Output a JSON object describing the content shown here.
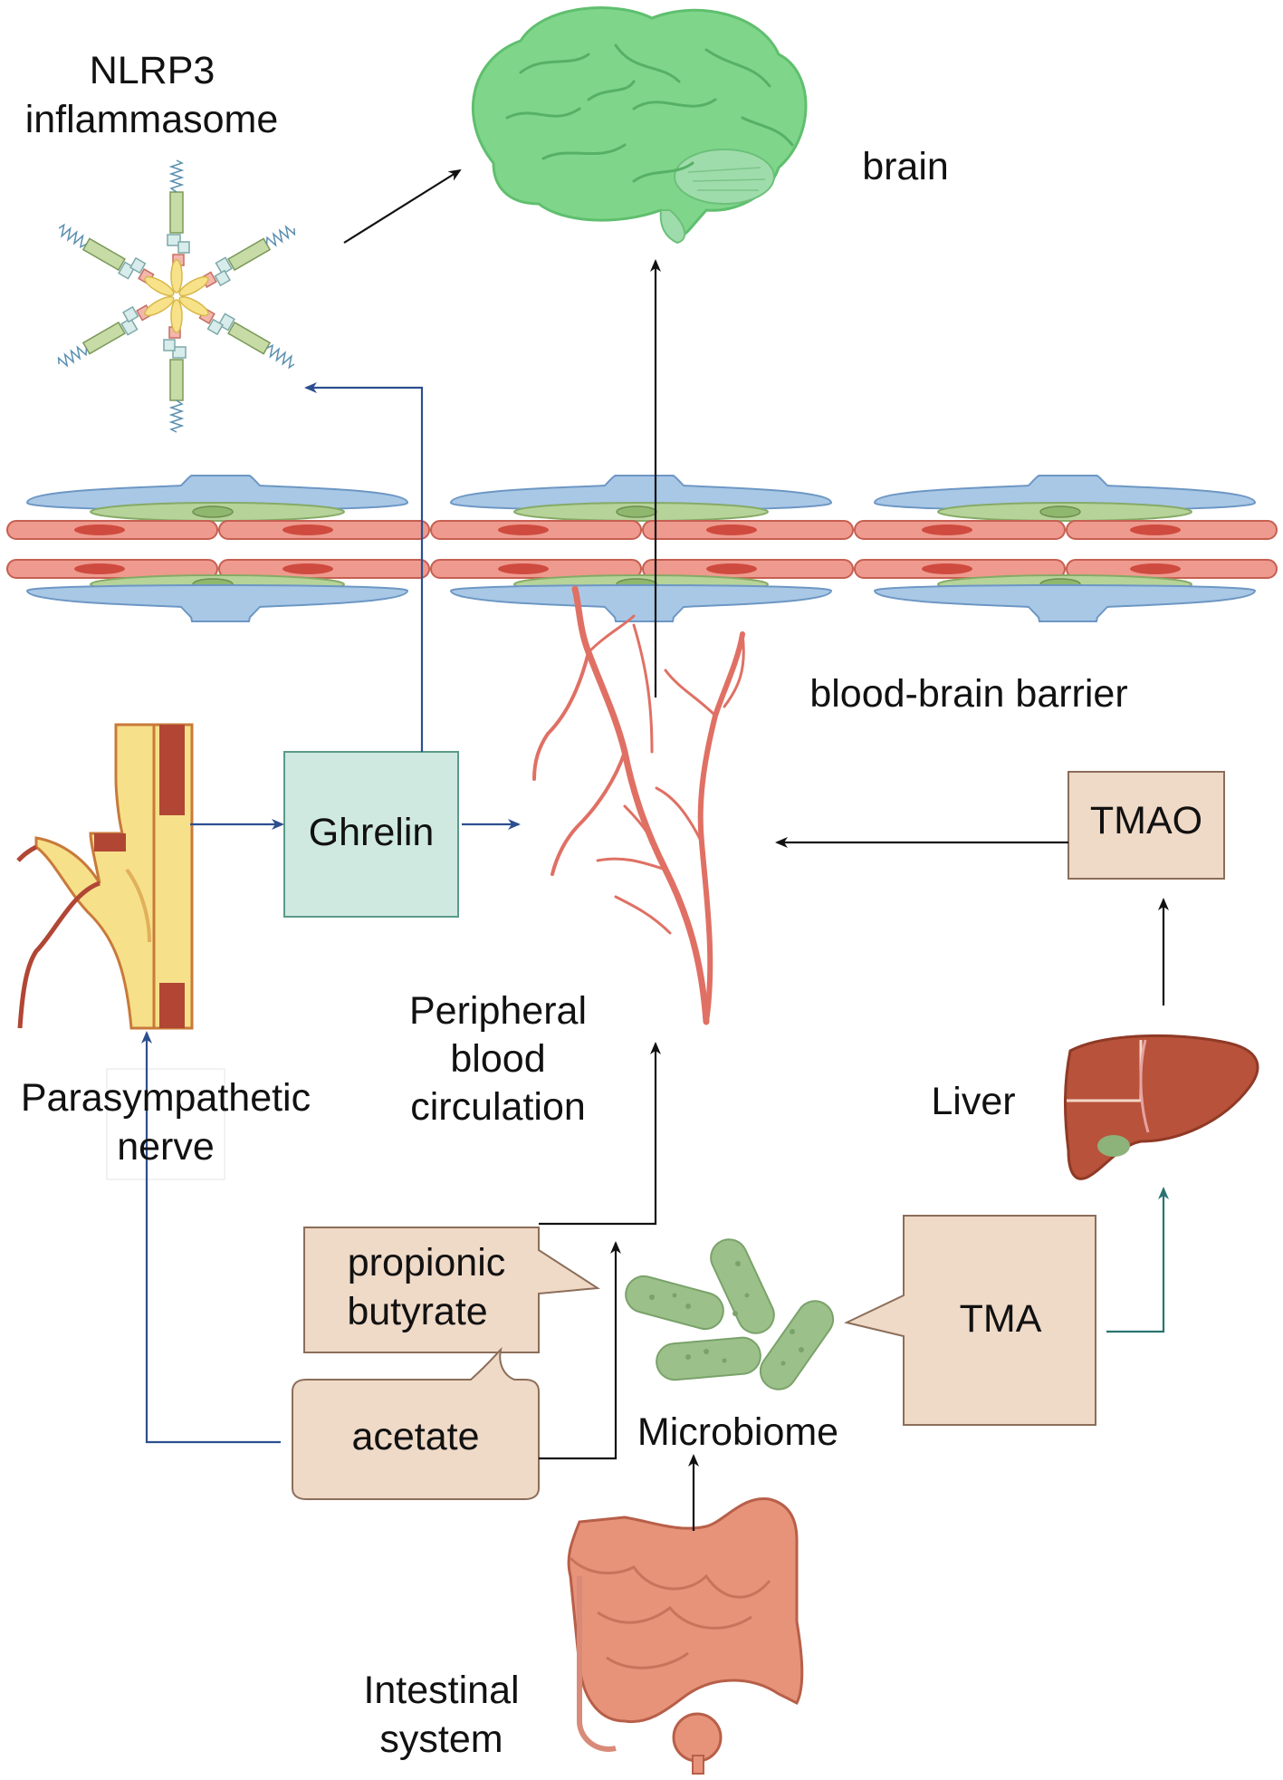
{
  "labels": {
    "nlrp3": "NLRP3",
    "inflammasome": "inflammasome",
    "brain": "brain",
    "bbb": "blood-brain barrier",
    "ghrelin": "Ghrelin",
    "tmao": "TMAO",
    "peripheral": "Peripheral",
    "blood": "blood",
    "circulation": "circulation",
    "parasympathetic": "Parasympathetic",
    "nerve": "nerve",
    "liver": "Liver",
    "propionic": "propionic",
    "butyrate": "butyrate",
    "tma": "TMA",
    "acetate": "acetate",
    "microbiome": "Microbiome",
    "intestinal": "Intestinal",
    "system": "system"
  },
  "colors": {
    "brain": "#7fd68a",
    "vessel_red": "#e27468",
    "pericyte_green": "#b6d39a",
    "astrocyte_blue": "#a9c8e6",
    "box_tan": "#efd9c7",
    "box_teal": "#cfe9e0",
    "arrow_blue": "#2d4f8f",
    "arrow_teal": "#2b7371",
    "arrow_black": "#111111",
    "liver": "#b8523a",
    "bacteria": "#9cc08a",
    "intestine": "#e6937a"
  },
  "icons": [
    "brain-icon",
    "inflammasome-icon",
    "blood-brain-barrier-icon",
    "blood-vessels-icon",
    "nerve-icon",
    "liver-icon",
    "bacteria-icon",
    "intestine-icon"
  ]
}
